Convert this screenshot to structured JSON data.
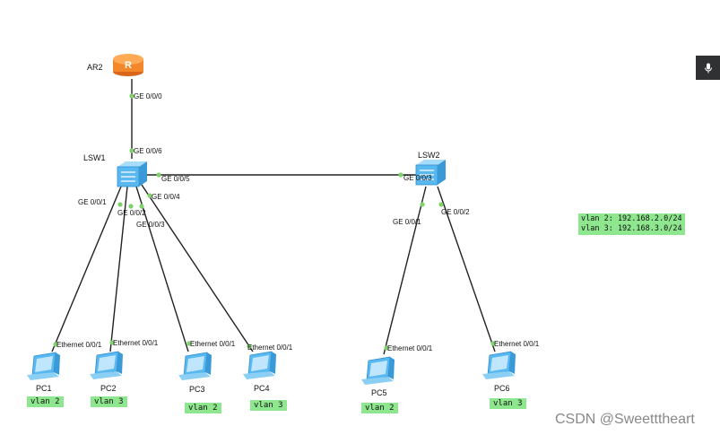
{
  "devices": {
    "router": {
      "name": "AR2",
      "label_in_icon": "R"
    },
    "lsw1": {
      "name": "LSW1"
    },
    "lsw2": {
      "name": "LSW2"
    },
    "pcs": [
      {
        "name": "PC1",
        "vlan": "vlan 2",
        "port": "Ethernet 0/0/1"
      },
      {
        "name": "PC2",
        "vlan": "vlan 3",
        "port": "Ethernet 0/0/1"
      },
      {
        "name": "PC3",
        "vlan": "vlan 2",
        "port": "Ethernet 0/0/1"
      },
      {
        "name": "PC4",
        "vlan": "vlan 3",
        "port": "Ethernet 0/0/1"
      },
      {
        "name": "PC5",
        "vlan": "vlan 2",
        "port": "Ethernet 0/0/1"
      },
      {
        "name": "PC6",
        "vlan": "vlan 3",
        "port": "Ethernet 0/0/1"
      }
    ]
  },
  "ports": {
    "ar2_ge000": "GE 0/0/0",
    "lsw1_ge006": "GE 0/0/6",
    "lsw1_ge005": "GE 0/0/5",
    "lsw1_ge001": "GE 0/0/1",
    "lsw1_ge002": "GE 0/0/2",
    "lsw1_ge003": "GE 0/0/3",
    "lsw1_ge004": "GE 0/0/4",
    "lsw2_ge003": "GE 0/0/3",
    "lsw2_ge001": "GE 0/0/1",
    "lsw2_ge002": "GE 0/0/2"
  },
  "note": {
    "line1": "vlan 2: 192.168.2.0/24",
    "line2": "vlan 3: 192.168.3.0/24"
  },
  "watermark": "CSDN @Sweetttheart",
  "colors": {
    "link": "#222222",
    "port_dot": "#7dd36a",
    "vlan_tag": "#8ee68e",
    "router": "#f5872b",
    "switch": "#5ab8f0",
    "pc": "#4aa8e8"
  }
}
